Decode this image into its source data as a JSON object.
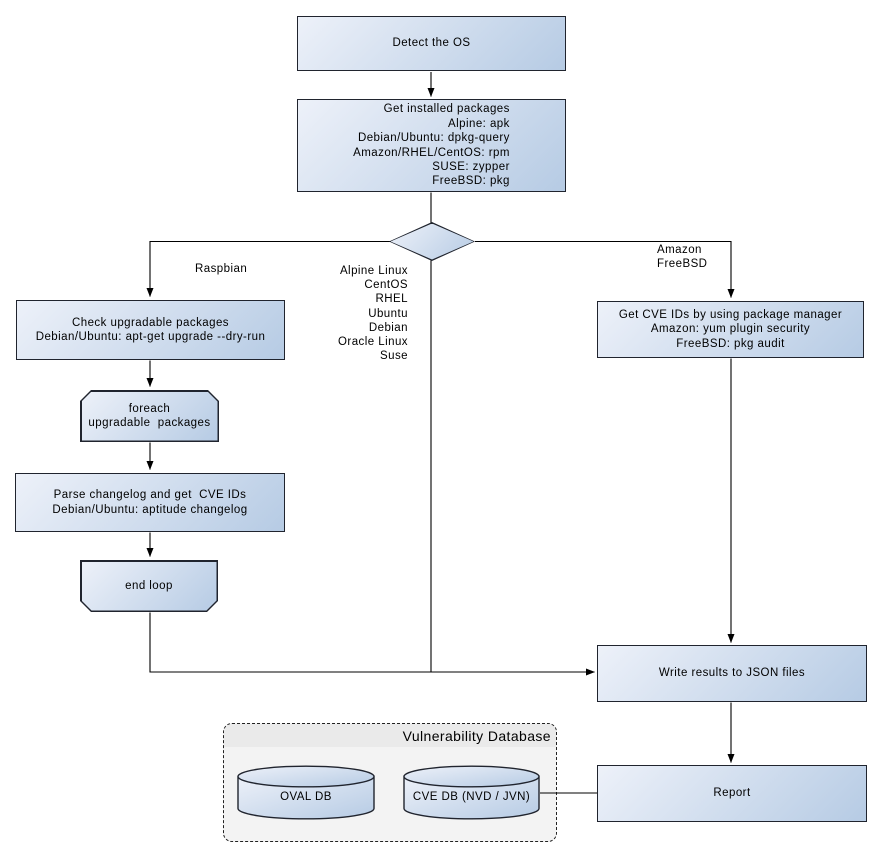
{
  "diagram": {
    "nodes": {
      "detect_os": "Detect the OS",
      "get_installed_packages": "Get installed packages\nAlpine: apk\nDebian/Ubuntu: dpkg-query\nAmazon/RHEL/CentOS: rpm\nSUSE: zypper\nFreeBSD: pkg",
      "check_upgradable": "Check upgradable packages\nDebian/Ubuntu: apt-get upgrade --dry-run",
      "foreach_loop_start": "foreach\nupgradable  packages",
      "parse_changelog": "Parse changelog and get  CVE IDs\nDebian/Ubuntu: aptitude changelog",
      "end_loop": "end loop",
      "get_cve_ids": "Get CVE IDs by using package manager\nAmazon: yum plugin security\nFreeBSD: pkg audit",
      "write_results": "Write results to JSON files",
      "report": "Report"
    },
    "edge_labels": {
      "raspbian": "Raspbian",
      "amazon_freebsd": "Amazon\nFreeBSD",
      "os_list": "Alpine Linux\nCentOS\nRHEL\nUbuntu\nDebian\nOracle Linux\nSuse"
    },
    "cluster": {
      "title": "Vulnerability Database",
      "databases": {
        "oval": "OVAL DB",
        "cve": "CVE DB (NVD / JVN)"
      }
    },
    "colors": {
      "node_fill_top": "#edf1f9",
      "node_fill_bottom": "#b6cbe4",
      "node_border": "#20242e",
      "cluster_bg": "#f3f3f3",
      "edge": "#000000"
    }
  }
}
